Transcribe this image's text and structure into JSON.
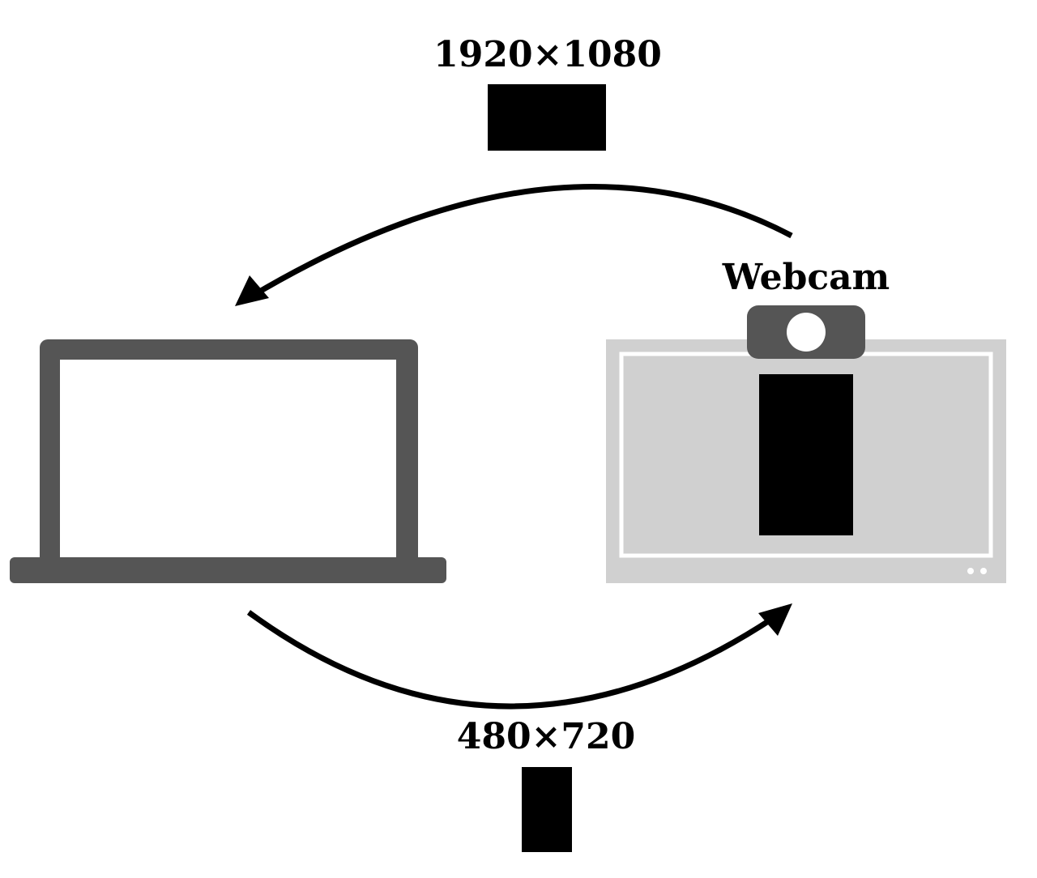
{
  "top_flow": {
    "resolution_label": "1920×1080"
  },
  "bottom_flow": {
    "resolution_label": "480×720"
  },
  "webcam": {
    "label": "Webcam"
  },
  "colors": {
    "device_dark": "#555555",
    "monitor_gray": "#d0d0d0",
    "frame_black": "#000000",
    "arrow": "#000000",
    "background": "#ffffff"
  },
  "icons": {
    "laptop": "laptop-icon",
    "monitor": "monitor-icon",
    "webcam": "webcam-icon"
  }
}
